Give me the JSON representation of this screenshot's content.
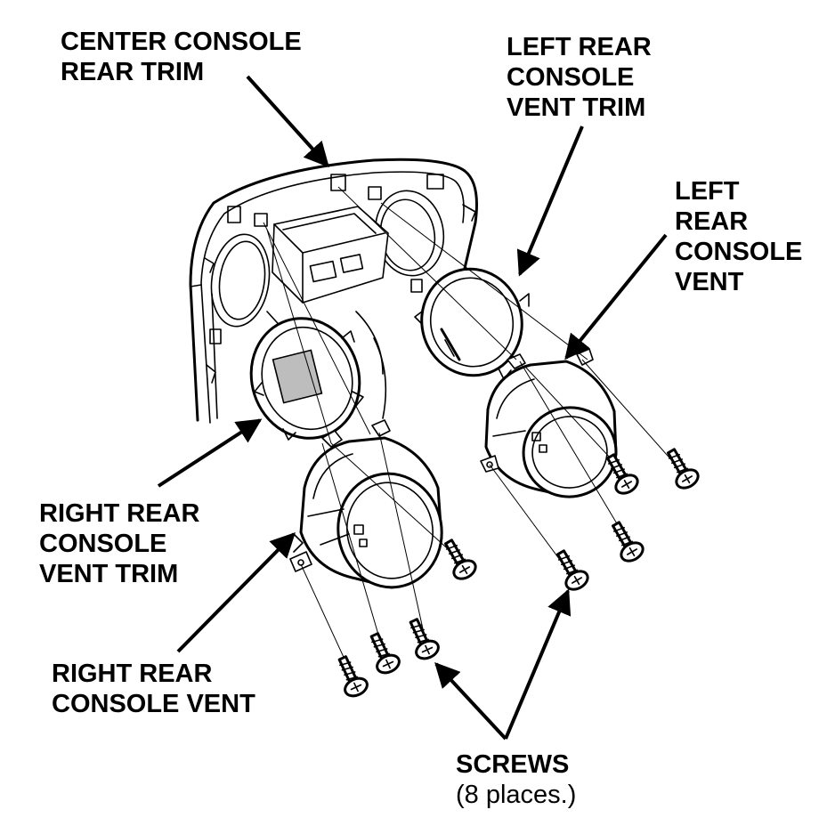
{
  "labels": {
    "center_console_rear_trim": [
      "CENTER CONSOLE",
      "REAR TRIM"
    ],
    "left_rear_console_vent_trim": [
      "LEFT REAR",
      "CONSOLE",
      "VENT TRIM"
    ],
    "left_rear_console_vent": [
      "LEFT",
      "REAR",
      "CONSOLE",
      "VENT"
    ],
    "right_rear_console_vent_trim": [
      "RIGHT REAR",
      "CONSOLE",
      "VENT TRIM"
    ],
    "right_rear_console_vent": [
      "RIGHT REAR",
      "CONSOLE VENT"
    ],
    "screws": [
      "SCREWS",
      "(8 places.)"
    ]
  },
  "colors": {
    "ink": "#000000",
    "background": "#ffffff",
    "shade": "#bdbdbd"
  }
}
